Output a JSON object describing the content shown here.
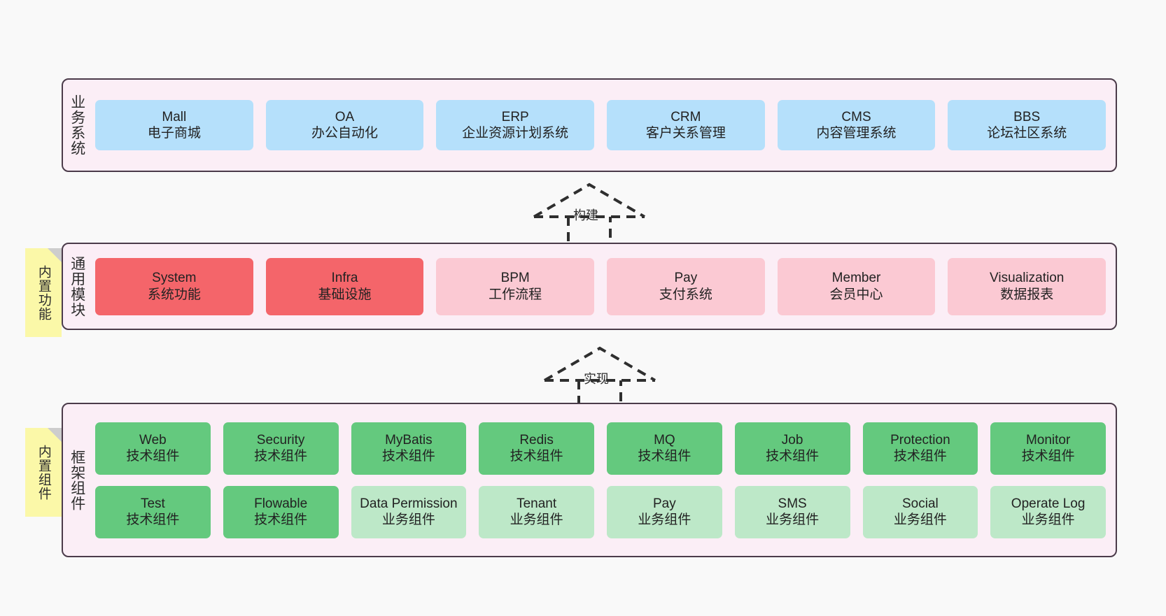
{
  "diagram": {
    "background_color": "#f9f9f9",
    "panel_fill": "#fbeef6",
    "panel_border": "#4b3b4a",
    "note_fill": "#fbf8a8"
  },
  "notes": [
    {
      "id": "note-functions",
      "label": "内置功能"
    },
    {
      "id": "note-components",
      "label": "内置组件"
    }
  ],
  "connectors": [
    {
      "id": "connector-build",
      "label": "构建",
      "style": "dashed-generalization",
      "direction": "up"
    },
    {
      "id": "connector-implement",
      "label": "实现",
      "style": "dashed-generalization",
      "direction": "up"
    }
  ],
  "layers": [
    {
      "id": "layer-business",
      "title": "业务系统",
      "color": "#b5e0fb",
      "rows": [
        [
          {
            "en": "Mall",
            "cn": "电子商城",
            "color": "c-blue"
          },
          {
            "en": "OA",
            "cn": "办公自动化",
            "color": "c-blue"
          },
          {
            "en": "ERP",
            "cn": "企业资源计划系统",
            "color": "c-blue"
          },
          {
            "en": "CRM",
            "cn": "客户关系管理",
            "color": "c-blue"
          },
          {
            "en": "CMS",
            "cn": "内容管理系统",
            "color": "c-blue"
          },
          {
            "en": "BBS",
            "cn": "论坛社区系统",
            "color": "c-blue"
          }
        ]
      ]
    },
    {
      "id": "layer-modules",
      "title": "通用模块",
      "color": "#f4656a",
      "rows": [
        [
          {
            "en": "System",
            "cn": "系统功能",
            "color": "c-red"
          },
          {
            "en": "Infra",
            "cn": "基础设施",
            "color": "c-red"
          },
          {
            "en": "BPM",
            "cn": "工作流程",
            "color": "c-pink"
          },
          {
            "en": "Pay",
            "cn": "支付系统",
            "color": "c-pink"
          },
          {
            "en": "Member",
            "cn": "会员中心",
            "color": "c-pink"
          },
          {
            "en": "Visualization",
            "cn": "数据报表",
            "color": "c-pink"
          }
        ]
      ]
    },
    {
      "id": "layer-frame",
      "title": "框架组件",
      "color": "#64c97e",
      "rows": [
        [
          {
            "en": "Web",
            "cn": "技术组件",
            "color": "c-green"
          },
          {
            "en": "Security",
            "cn": "技术组件",
            "color": "c-green"
          },
          {
            "en": "MyBatis",
            "cn": "技术组件",
            "color": "c-green"
          },
          {
            "en": "Redis",
            "cn": "技术组件",
            "color": "c-green"
          },
          {
            "en": "MQ",
            "cn": "技术组件",
            "color": "c-green"
          },
          {
            "en": "Job",
            "cn": "技术组件",
            "color": "c-green"
          },
          {
            "en": "Protection",
            "cn": "技术组件",
            "color": "c-green"
          },
          {
            "en": "Monitor",
            "cn": "技术组件",
            "color": "c-green"
          }
        ],
        [
          {
            "en": "Test",
            "cn": "技术组件",
            "color": "c-green"
          },
          {
            "en": "Flowable",
            "cn": "技术组件",
            "color": "c-green"
          },
          {
            "en": "Data Permission",
            "cn": "业务组件",
            "color": "c-lightgreen"
          },
          {
            "en": "Tenant",
            "cn": "业务组件",
            "color": "c-lightgreen"
          },
          {
            "en": "Pay",
            "cn": "业务组件",
            "color": "c-lightgreen"
          },
          {
            "en": "SMS",
            "cn": "业务组件",
            "color": "c-lightgreen"
          },
          {
            "en": "Social",
            "cn": "业务组件",
            "color": "c-lightgreen"
          },
          {
            "en": "Operate Log",
            "cn": "业务组件",
            "color": "c-lightgreen"
          }
        ]
      ]
    }
  ]
}
